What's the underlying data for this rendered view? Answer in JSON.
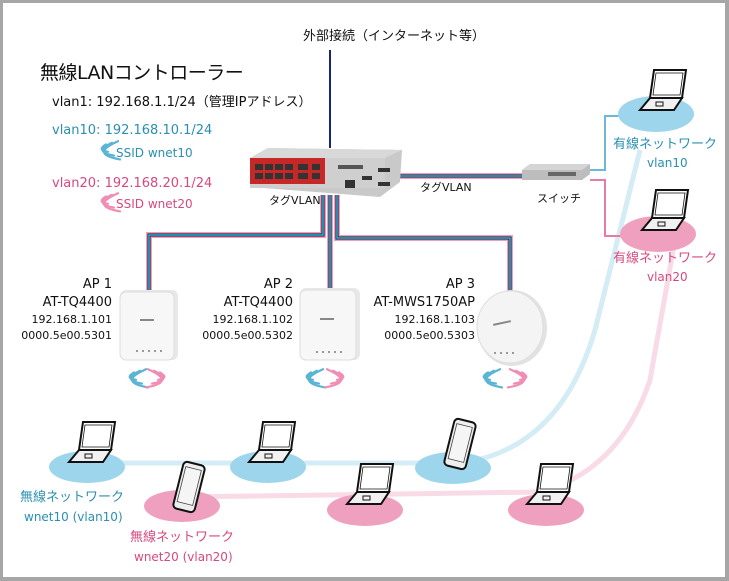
{
  "controller": {
    "title": "無線LANコントローラー",
    "mgmt": "vlan1: 192.168.1.1/24（管理IPアドレス）",
    "vlan10": "vlan10: 192.168.10.1/24",
    "ssid10": "SSID wnet10",
    "vlan20": "vlan20: 192.168.20.1/24",
    "ssid20": "SSID wnet20"
  },
  "external": "外部接続（インターネット等）",
  "tag_vlan_down": "タグVLAN",
  "tag_vlan_right": "タグVLAN",
  "switch_label": "スイッチ",
  "wired": [
    {
      "label": "有線ネットワーク",
      "sub": "vlan10"
    },
    {
      "label": "有線ネットワーク",
      "sub": "vlan20"
    }
  ],
  "aps": [
    {
      "name": "AP 1",
      "model": "AT-TQ4400",
      "ip": "192.168.1.101",
      "mac": "0000.5e00.5301"
    },
    {
      "name": "AP 2",
      "model": "AT-TQ4400",
      "ip": "192.168.1.102",
      "mac": "0000.5e00.5302"
    },
    {
      "name": "AP 3",
      "model": "AT-MWS1750AP",
      "ip": "192.168.1.103",
      "mac": "0000.5e00.5303"
    }
  ],
  "wireless": [
    {
      "label": "無線ネットワーク",
      "sub": "wnet10 (vlan10)"
    },
    {
      "label": "無線ネットワーク",
      "sub": "wnet20 (vlan20)"
    }
  ],
  "colors": {
    "vlan10": "#2a8fb0",
    "vlan20": "#d6497e",
    "ellipse_blue": "#9dd6ec",
    "ellipse_pink": "#f0a0bf",
    "uplink": "#1a237e",
    "frame": "#a6a6a6"
  }
}
